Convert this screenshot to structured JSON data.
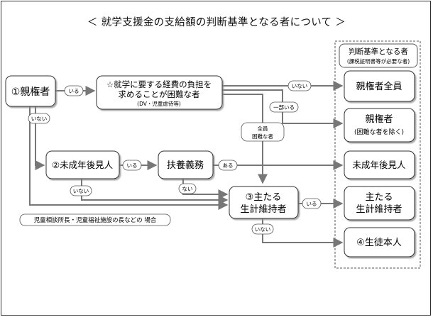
{
  "title": "＜ 就学支援金の支給額の判断基準となる者について ＞",
  "legend": {
    "line1": "判断基準となる者",
    "line2": "(課税証明書等が必要な者)"
  },
  "boxes": {
    "guardian": "①親権者",
    "difficulty_line1": "☆就学に要する経費の負担を",
    "difficulty_line2": "求めることが困難な者",
    "difficulty_note": "(DV・児童虐待等)",
    "minor_guardian": "②未成年後見人",
    "support_duty": "扶養義務",
    "main_earner_line1": "③主たる",
    "main_earner_line2": "生計維持者"
  },
  "outcomes": {
    "all_guardians": "親権者全員",
    "guardians_line1": "親権者",
    "guardians_line2": "(困難な者を除く)",
    "minor_guardian": "未成年後見人",
    "main_earner_line1": "主たる",
    "main_earner_line2": "生計維持者",
    "student": "④生徒本人"
  },
  "edges": {
    "iru_1": "いる",
    "inai_1": "いない",
    "ichibu_iru": "一部いる",
    "inai_2": "いない",
    "iru_2": "いる",
    "aru": "ある",
    "nai": "ない",
    "all_difficult_line1": "全員",
    "all_difficult_line2": "困難な者",
    "inai_3": "いない",
    "iru_3": "いる",
    "inai_4": "いない"
  },
  "note": "児童相談所長・児童福祉施設の長などの 場合"
}
